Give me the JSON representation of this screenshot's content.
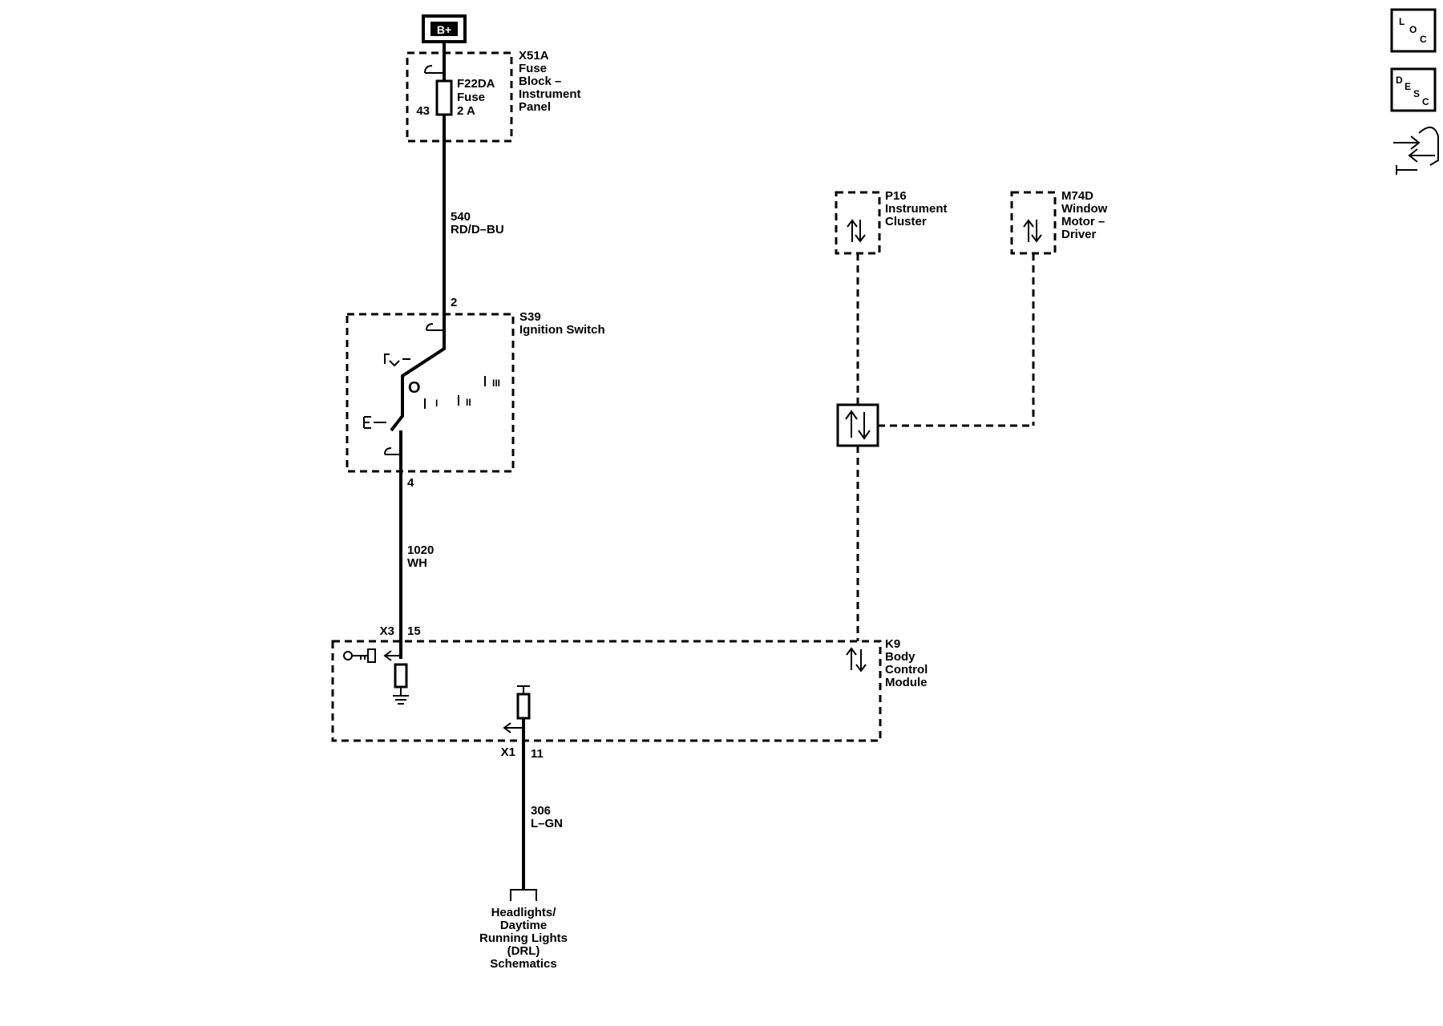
{
  "power": {
    "label": "B+"
  },
  "fuse_block": {
    "id": "X51A",
    "name_lines": [
      "Fuse",
      "Block –",
      "Instrument",
      "Panel"
    ],
    "pin": "43",
    "fuse_id": "F22DA",
    "fuse_lines": [
      "Fuse",
      "2 A"
    ]
  },
  "wire_540": {
    "circuit": "540",
    "color": "RD/D–BU"
  },
  "ignition_switch": {
    "pin_top": "2",
    "id": "S39",
    "name": "Ignition Switch",
    "positions": [
      "O",
      "I",
      "II",
      "III"
    ],
    "pin_bottom": "4"
  },
  "wire_1020": {
    "circuit": "1020",
    "color": "WH"
  },
  "instrument_cluster": {
    "id": "P16",
    "name_lines": [
      "Instrument",
      "Cluster"
    ]
  },
  "window_motor": {
    "id": "M74D",
    "name_lines": [
      "Window",
      "Motor –",
      "Driver"
    ]
  },
  "bcm": {
    "connector_top": "X3",
    "pin_top": "15",
    "id": "K9",
    "name_lines": [
      "Body",
      "Control",
      "Module"
    ],
    "connector_bottom": "X1",
    "pin_bottom": "11"
  },
  "wire_306": {
    "circuit": "306",
    "color": "L–GN"
  },
  "destination": {
    "lines": [
      "Headlights/",
      "Daytime",
      "Running Lights",
      "(DRL)",
      "Schematics"
    ]
  },
  "side_icons": {
    "loc": {
      "letters": [
        "L",
        "O",
        "C"
      ]
    },
    "desc": {
      "letters": [
        "D",
        "E",
        "S",
        "C"
      ]
    },
    "connector_icon": "connector-tools-icon"
  }
}
